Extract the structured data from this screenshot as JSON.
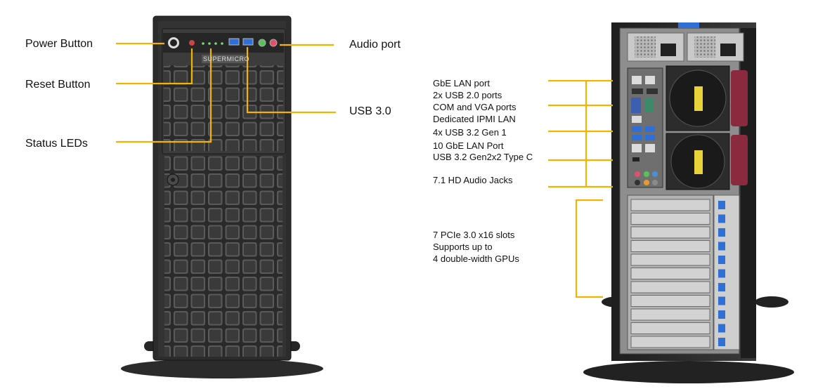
{
  "front_callouts": {
    "power_button": "Power Button",
    "reset_button": "Reset Button",
    "status_leds": "Status LEDs",
    "audio_port": "Audio port",
    "usb3": "USB 3.0"
  },
  "front_panel_brand": "SUPERMICRO",
  "rear_callouts": [
    "GbE LAN port",
    "2x USB 2.0 ports",
    "COM and VGA ports",
    "Dedicated IPMI LAN",
    "4x USB 3.2 Gen 1",
    "10 GbE LAN Port",
    "USB 3.2 Gen2x2 Type C",
    "7.1 HD Audio Jacks"
  ],
  "pcie_callout": [
    "7 PCIe 3.0 x16 slots",
    "Supports up to",
    "4 double-width GPUs"
  ],
  "colors": {
    "callout_line": "#f2b400",
    "chassis": "#2b2b2b",
    "rear_panel": "#9a9a9a",
    "slot_clip": "#2f6fd6"
  }
}
